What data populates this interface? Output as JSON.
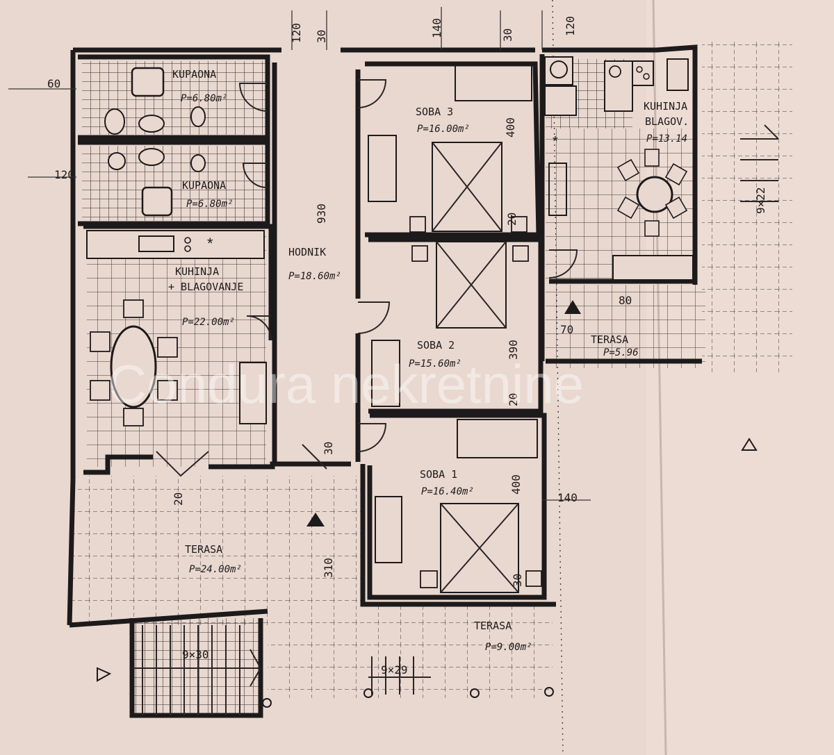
{
  "rooms": {
    "bathroom_1": {
      "name": "KUPAONA",
      "area": "P=6.80m²"
    },
    "bathroom_2": {
      "name": "KUPAONA",
      "area": "P=6.80m²"
    },
    "kitchen": {
      "name_line1": "KUHINJA",
      "name_line2": "+ BLAGOVANJE",
      "area": "P=22.00m²"
    },
    "hallway": {
      "name": "HODNIK",
      "area": "P=18.60m²"
    },
    "room_3": {
      "name": "SOBA 3",
      "area": "P=16.00m²"
    },
    "room_2": {
      "name": "SOBA 2",
      "area": "P=15.60m²"
    },
    "room_1": {
      "name": "SOBA 1",
      "area": "P=16.40m²"
    },
    "kitchen_2": {
      "name_line1": "KUHINJA",
      "name_line2": "BLAGOV.",
      "area": "P=13.14"
    },
    "terrace_small": {
      "name": "TERASA",
      "area": "P=5.96"
    },
    "terrace_large": {
      "name": "TERASA",
      "area": "P=24.00m²"
    },
    "terrace_bottom": {
      "name": "TERASA",
      "area": "P=9.00m²"
    }
  },
  "dimensions": {
    "top_120_left": "120",
    "top_30_left": "30",
    "top_140": "140",
    "top_30_right": "30",
    "top_120_right": "120",
    "left_60": "60",
    "left_120": "120",
    "hall_930": "930",
    "soba3_400": "400",
    "soba2_390": "390",
    "soba1_400": "400",
    "right_140": "140",
    "hall_30": "30",
    "terrace_310": "310",
    "wall_20_a": "20",
    "wall_20_b": "20",
    "wall_30_c": "30",
    "wall_20_terrace": "20",
    "small_80": "80",
    "small_70": "70",
    "stairs_main": "9×30",
    "stairs_bottom": "9×29",
    "stairs_right": "9×22"
  },
  "watermark": "Condura nekretnine"
}
